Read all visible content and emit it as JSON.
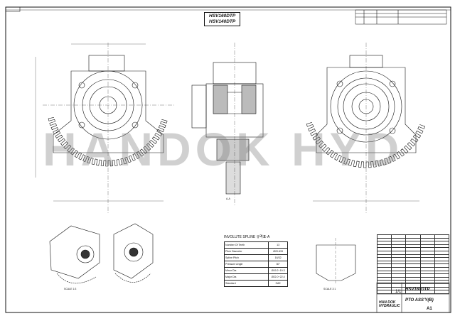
{
  "header": {
    "models": [
      "HSV160DTP",
      "HSV140DTP"
    ]
  },
  "watermark": "HANDOK HYD",
  "spline_table": {
    "title": "INVOLUTE SPLINE 규격표-A",
    "rows": [
      {
        "label": "Number Of Teeth",
        "value": "13"
      },
      {
        "label": "Pitch Diameter",
        "value": "Ø20.633"
      },
      {
        "label": "Spline Pitch",
        "value": "16/32"
      },
      {
        "label": "Pressure Angle",
        "value": "30°"
      },
      {
        "label": "Minor Dia",
        "value": "Ø19.2~19.3"
      },
      {
        "label": "Major Dia",
        "value": "Ø22.0~22.4"
      },
      {
        "label": "Standard",
        "value": "SAE"
      }
    ]
  },
  "title_block": {
    "model": "HSV160DTP",
    "drawing_name": "PTO ASS'Y(B)",
    "company": [
      "HAN DOK",
      "HYDRAULIC"
    ],
    "scale": "1/1",
    "sheet_size": "A1"
  },
  "views": {
    "section_label": "A-A",
    "iso_label": "SCALE 1:3",
    "detail_label": "SCALE 2:1"
  }
}
